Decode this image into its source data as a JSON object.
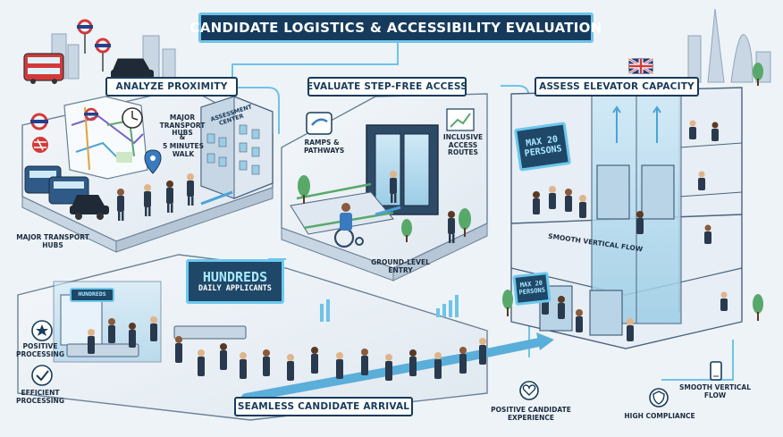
{
  "title": "CANDIDATE LOGISTICS & ACCESSIBILITY EVALUATION",
  "sections": {
    "proximity": {
      "banner": "ANALYZE PROXIMITY",
      "building_sign": "ASSESSMENT CENTER",
      "callout_hubs": "MAJOR TRANSPORT HUBS",
      "callout_and": "&",
      "callout_walk": "5 MINUTES WALK",
      "bottom_label": "MAJOR TRANSPORT HUBS"
    },
    "step_free": {
      "banner": "EVALUATE STEP-FREE ACCESS",
      "ramps_label": "RAMPS & PATHWAYS",
      "routes_label": "INCLUSIVE ACCESS ROUTES",
      "entry_label": "GROUND-LEVEL ENTRY"
    },
    "elevator": {
      "banner": "ASSESS ELEVATOR CAPACITY",
      "screen_top": "MAX 20 PERSONS",
      "screen_bottom": "MAX 20 PERSONS",
      "flow_label": "SMOOTH VERTICAL FLOW",
      "flow_label_bottom": "SMOOTH VERTICAL FLOW",
      "compliance_label": "HIGH COMPLIANCE"
    },
    "arrival": {
      "banner": "SEAMLESS CANDIDATE ARRIVAL",
      "screen_big": "HUNDREDS",
      "screen_small": "DAILY APPLICANTS",
      "desk_sign": "HUNDREDS",
      "positive_processing": "POSITIVE PROCESSING",
      "efficient_processing": "EFFICIENT PROCESSING",
      "positive_experience": "POSITIVE CANDIDATE EXPERIENCE"
    }
  },
  "colors": {
    "navy": "#173b5c",
    "accent": "#6fc3e8",
    "red_bus": "#d23a3a",
    "green": "#58a86a"
  },
  "icons": [
    "underground-roundel-icon",
    "national-rail-icon",
    "clock-icon",
    "map-pin-icon",
    "ramp-sign-icon",
    "growth-chart-icon",
    "star-icon",
    "heart-icon",
    "shield-icon",
    "phone-icon",
    "union-jack-icon"
  ]
}
